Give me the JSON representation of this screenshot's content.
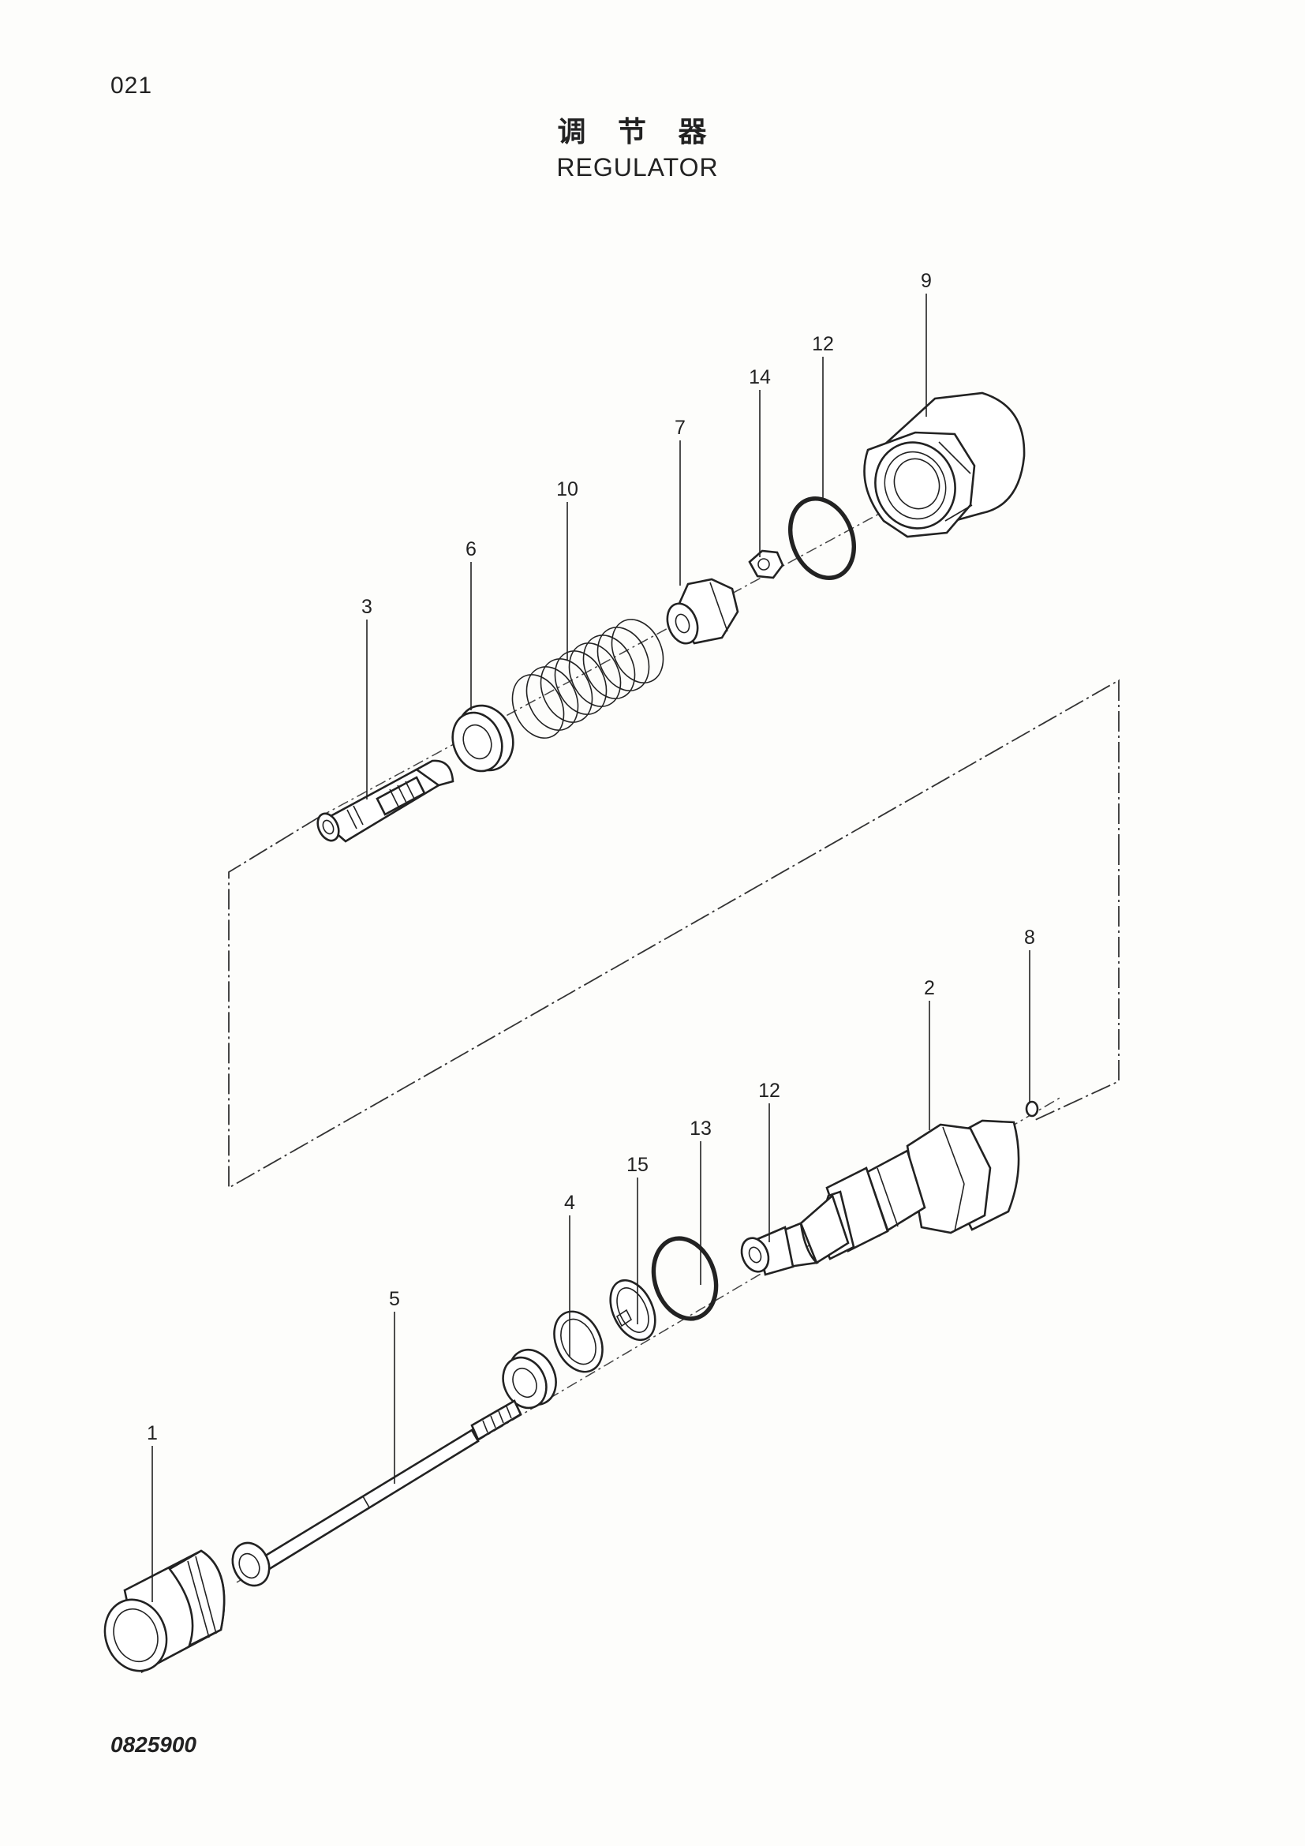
{
  "page": {
    "number": "021",
    "title_cn": "调 节 器",
    "title_en": "REGULATOR",
    "drawing_code": "0825900"
  },
  "callouts": {
    "c9": "9",
    "c12a": "12",
    "c14": "14",
    "c7": "7",
    "c10": "10",
    "c6": "6",
    "c3": "3",
    "c8": "8",
    "c2": "2",
    "c12b": "12",
    "c13": "13",
    "c15": "15",
    "c4": "4",
    "c5": "5",
    "c1": "1"
  }
}
